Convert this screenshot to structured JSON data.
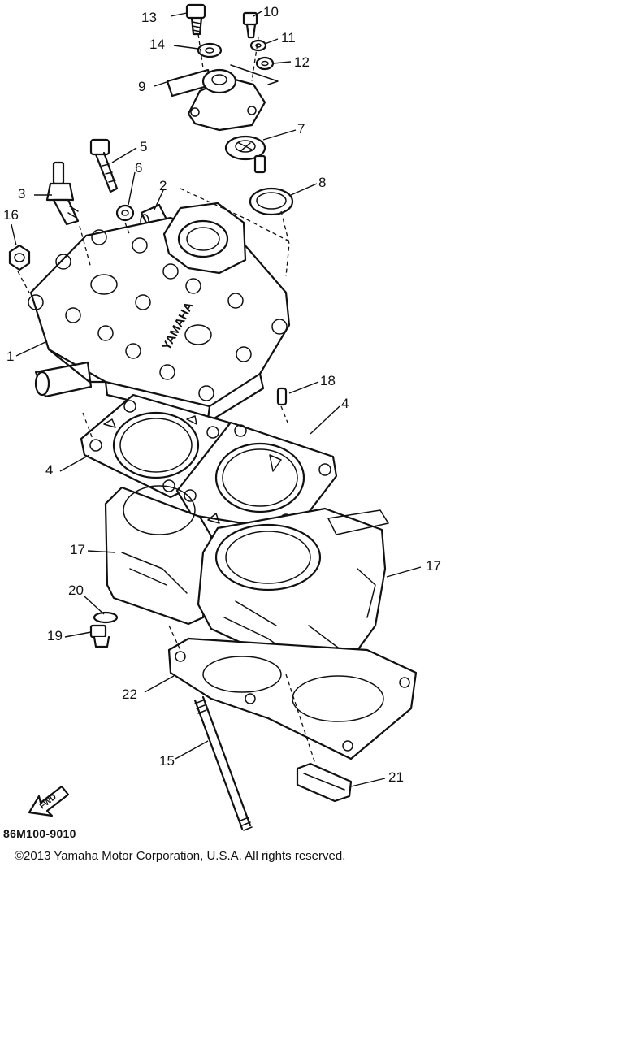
{
  "callouts": [
    {
      "id": "c13",
      "num": "13"
    },
    {
      "id": "c10",
      "num": "10"
    },
    {
      "id": "c14",
      "num": "14"
    },
    {
      "id": "c11",
      "num": "11"
    },
    {
      "id": "c12",
      "num": "12"
    },
    {
      "id": "c9",
      "num": "9"
    },
    {
      "id": "c7",
      "num": "7"
    },
    {
      "id": "c5",
      "num": "5"
    },
    {
      "id": "c6",
      "num": "6"
    },
    {
      "id": "c2",
      "num": "2"
    },
    {
      "id": "c8",
      "num": "8"
    },
    {
      "id": "c3",
      "num": "3"
    },
    {
      "id": "c16",
      "num": "16"
    },
    {
      "id": "c1",
      "num": "1"
    },
    {
      "id": "c18",
      "num": "18"
    },
    {
      "id": "c4a",
      "num": "4"
    },
    {
      "id": "c4b",
      "num": "4"
    },
    {
      "id": "c17a",
      "num": "17"
    },
    {
      "id": "c17b",
      "num": "17"
    },
    {
      "id": "c20",
      "num": "20"
    },
    {
      "id": "c19",
      "num": "19"
    },
    {
      "id": "c22",
      "num": "22"
    },
    {
      "id": "c15",
      "num": "15"
    },
    {
      "id": "c21",
      "num": "21"
    }
  ],
  "fwd_label": "FWD",
  "head_stamp": "YAMAHA",
  "part_code": "86M100-9010",
  "copyright": "©2013 Yamaha Motor Corporation, U.S.A. All rights reserved."
}
